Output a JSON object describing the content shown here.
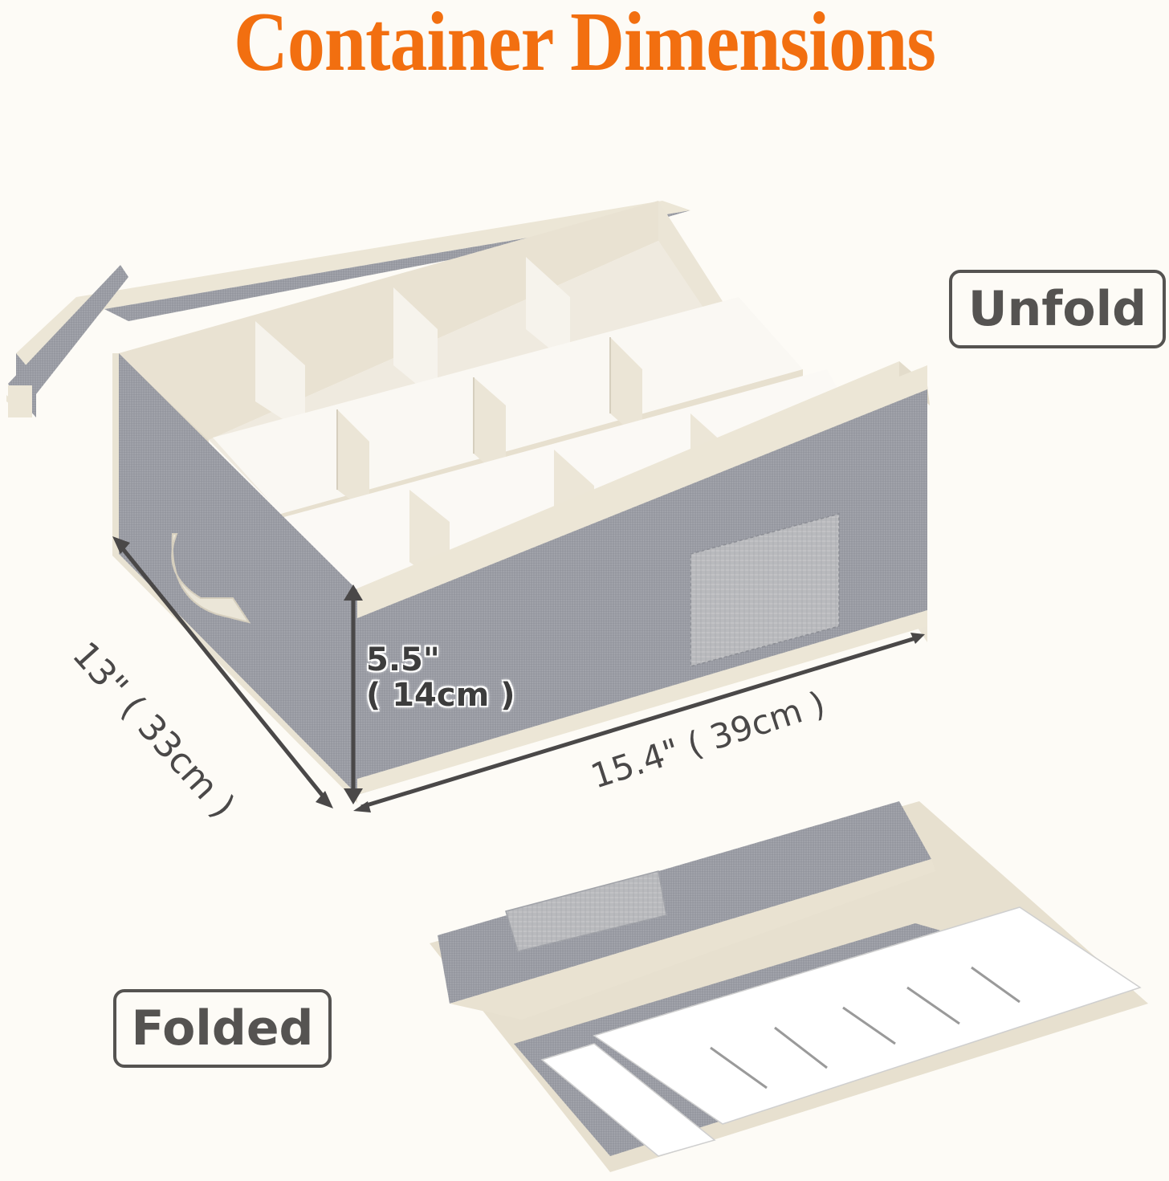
{
  "title": "Container Dimensions",
  "labels": {
    "unfold": "Unfold",
    "folded": "Folded"
  },
  "dimensions": {
    "depth": "13\" ( 33cm )",
    "width": "15.4\" ( 39cm )",
    "height_in": "5.5\"",
    "height_cm": "( 14cm )"
  },
  "colors": {
    "title": "#f26f10",
    "label_text": "#555351",
    "background": "#fdfbf6",
    "fabric_gray": "#9a9ca3",
    "trim_beige": "#e9e3d3",
    "divider_white": "#f7f5f0"
  },
  "product": {
    "compartments": 12,
    "layout": "3 rows x 4 columns"
  }
}
